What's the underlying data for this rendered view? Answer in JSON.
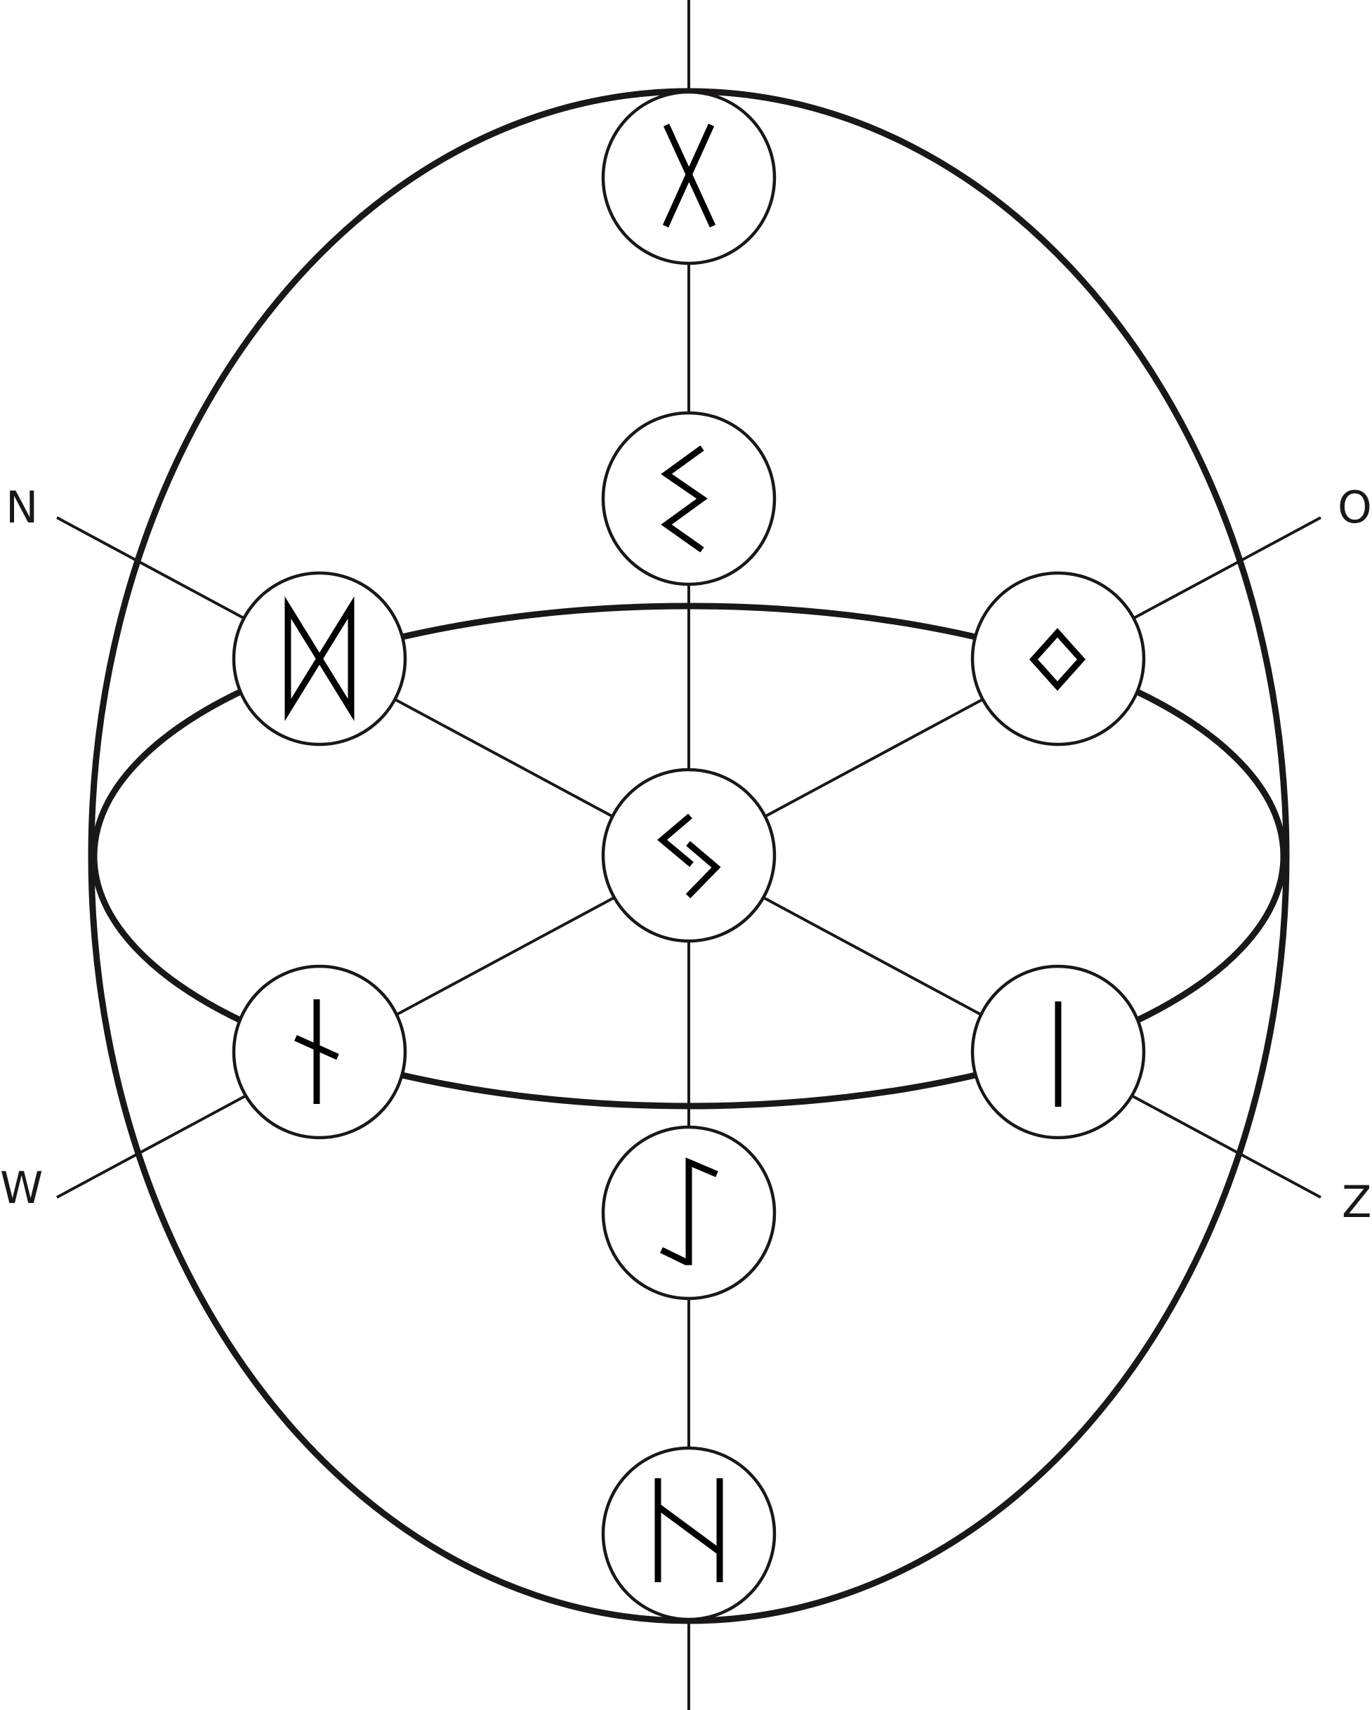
{
  "diagram": {
    "directions": {
      "north": "N",
      "east": "O",
      "west": "W",
      "south": "Z"
    },
    "nodes": [
      {
        "id": "top",
        "rune": "gebo"
      },
      {
        "id": "upper-center",
        "rune": "sowilo"
      },
      {
        "id": "left-upper",
        "rune": "dagaz"
      },
      {
        "id": "right-upper",
        "rune": "ingwaz"
      },
      {
        "id": "center",
        "rune": "jera"
      },
      {
        "id": "left-lower",
        "rune": "nauthiz"
      },
      {
        "id": "right-lower",
        "rune": "isa"
      },
      {
        "id": "lower-center",
        "rune": "eihwaz"
      },
      {
        "id": "bottom",
        "rune": "hagalaz"
      }
    ],
    "colors": {
      "stroke": "#1a1718",
      "glyph": "#000000",
      "background": "#ffffff"
    }
  }
}
